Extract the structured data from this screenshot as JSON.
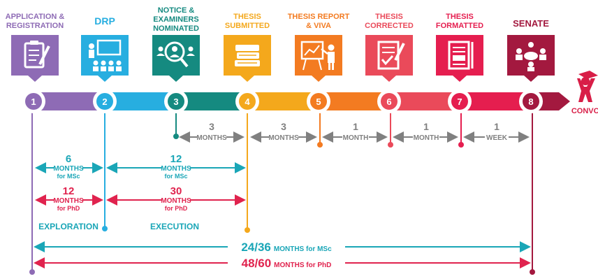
{
  "steps": [
    {
      "num": "1",
      "title": [
        "APPLICATION &",
        "REGISTRATION"
      ],
      "color": "#8e6bb5",
      "icon": "clipboard-form-icon"
    },
    {
      "num": "2",
      "title": [
        "DRP"
      ],
      "color": "#27aee0",
      "icon": "presentation-audience-icon"
    },
    {
      "num": "3",
      "title": [
        "NOTICE &",
        "EXAMINERS",
        "NOMINATED"
      ],
      "color": "#158a80",
      "icon": "magnifier-people-icon"
    },
    {
      "num": "4",
      "title": [
        "THESIS",
        "SUBMITTED"
      ],
      "color": "#f4a81c",
      "icon": "stack-of-books-icon"
    },
    {
      "num": "5",
      "title": [
        "THESIS REPORT",
        "& VIVA"
      ],
      "color": "#f37b21",
      "icon": "presenter-chart-icon"
    },
    {
      "num": "6",
      "title": [
        "THESIS",
        "CORRECTED"
      ],
      "color": "#ea4a5a",
      "icon": "document-check-icon"
    },
    {
      "num": "7",
      "title": [
        "THESIS",
        "FORMATTED"
      ],
      "color": "#e51e4f",
      "icon": "formatted-document-icon"
    },
    {
      "num": "8",
      "title": [
        "SENATE"
      ],
      "color": "#a3193f",
      "icon": "meeting-table-icon"
    }
  ],
  "end_label": "CONVO",
  "gaps": [
    {
      "num": "3",
      "unit": "MONTHS"
    },
    {
      "num": "3",
      "unit": "MONTHS"
    },
    {
      "num": "1",
      "unit": "MONTH"
    },
    {
      "num": "1",
      "unit": "MONTH"
    },
    {
      "num": "1",
      "unit": "WEEK"
    }
  ],
  "durations": {
    "msc_a": {
      "num": "6",
      "unit": "MONTHS",
      "suffix": "for MSc"
    },
    "msc_b": {
      "num": "12",
      "unit": "MONTHS",
      "suffix": "for MSc"
    },
    "phd_a": {
      "num": "12",
      "unit": "MONTHS",
      "suffix": "for PhD"
    },
    "phd_b": {
      "num": "30",
      "unit": "MONTHS",
      "suffix": "for PhD"
    }
  },
  "phases": {
    "exploration": "EXPLORATION",
    "execution": "EXECUTION"
  },
  "totals": {
    "msc": {
      "num": "24/36",
      "rest": "MONTHS for MSc"
    },
    "phd": {
      "num": "48/60",
      "rest": "MONTHS for PhD"
    }
  },
  "colors": {
    "gray": "#808080",
    "msc_teal": "#1aa6b7",
    "phd_red": "#e0234e"
  }
}
